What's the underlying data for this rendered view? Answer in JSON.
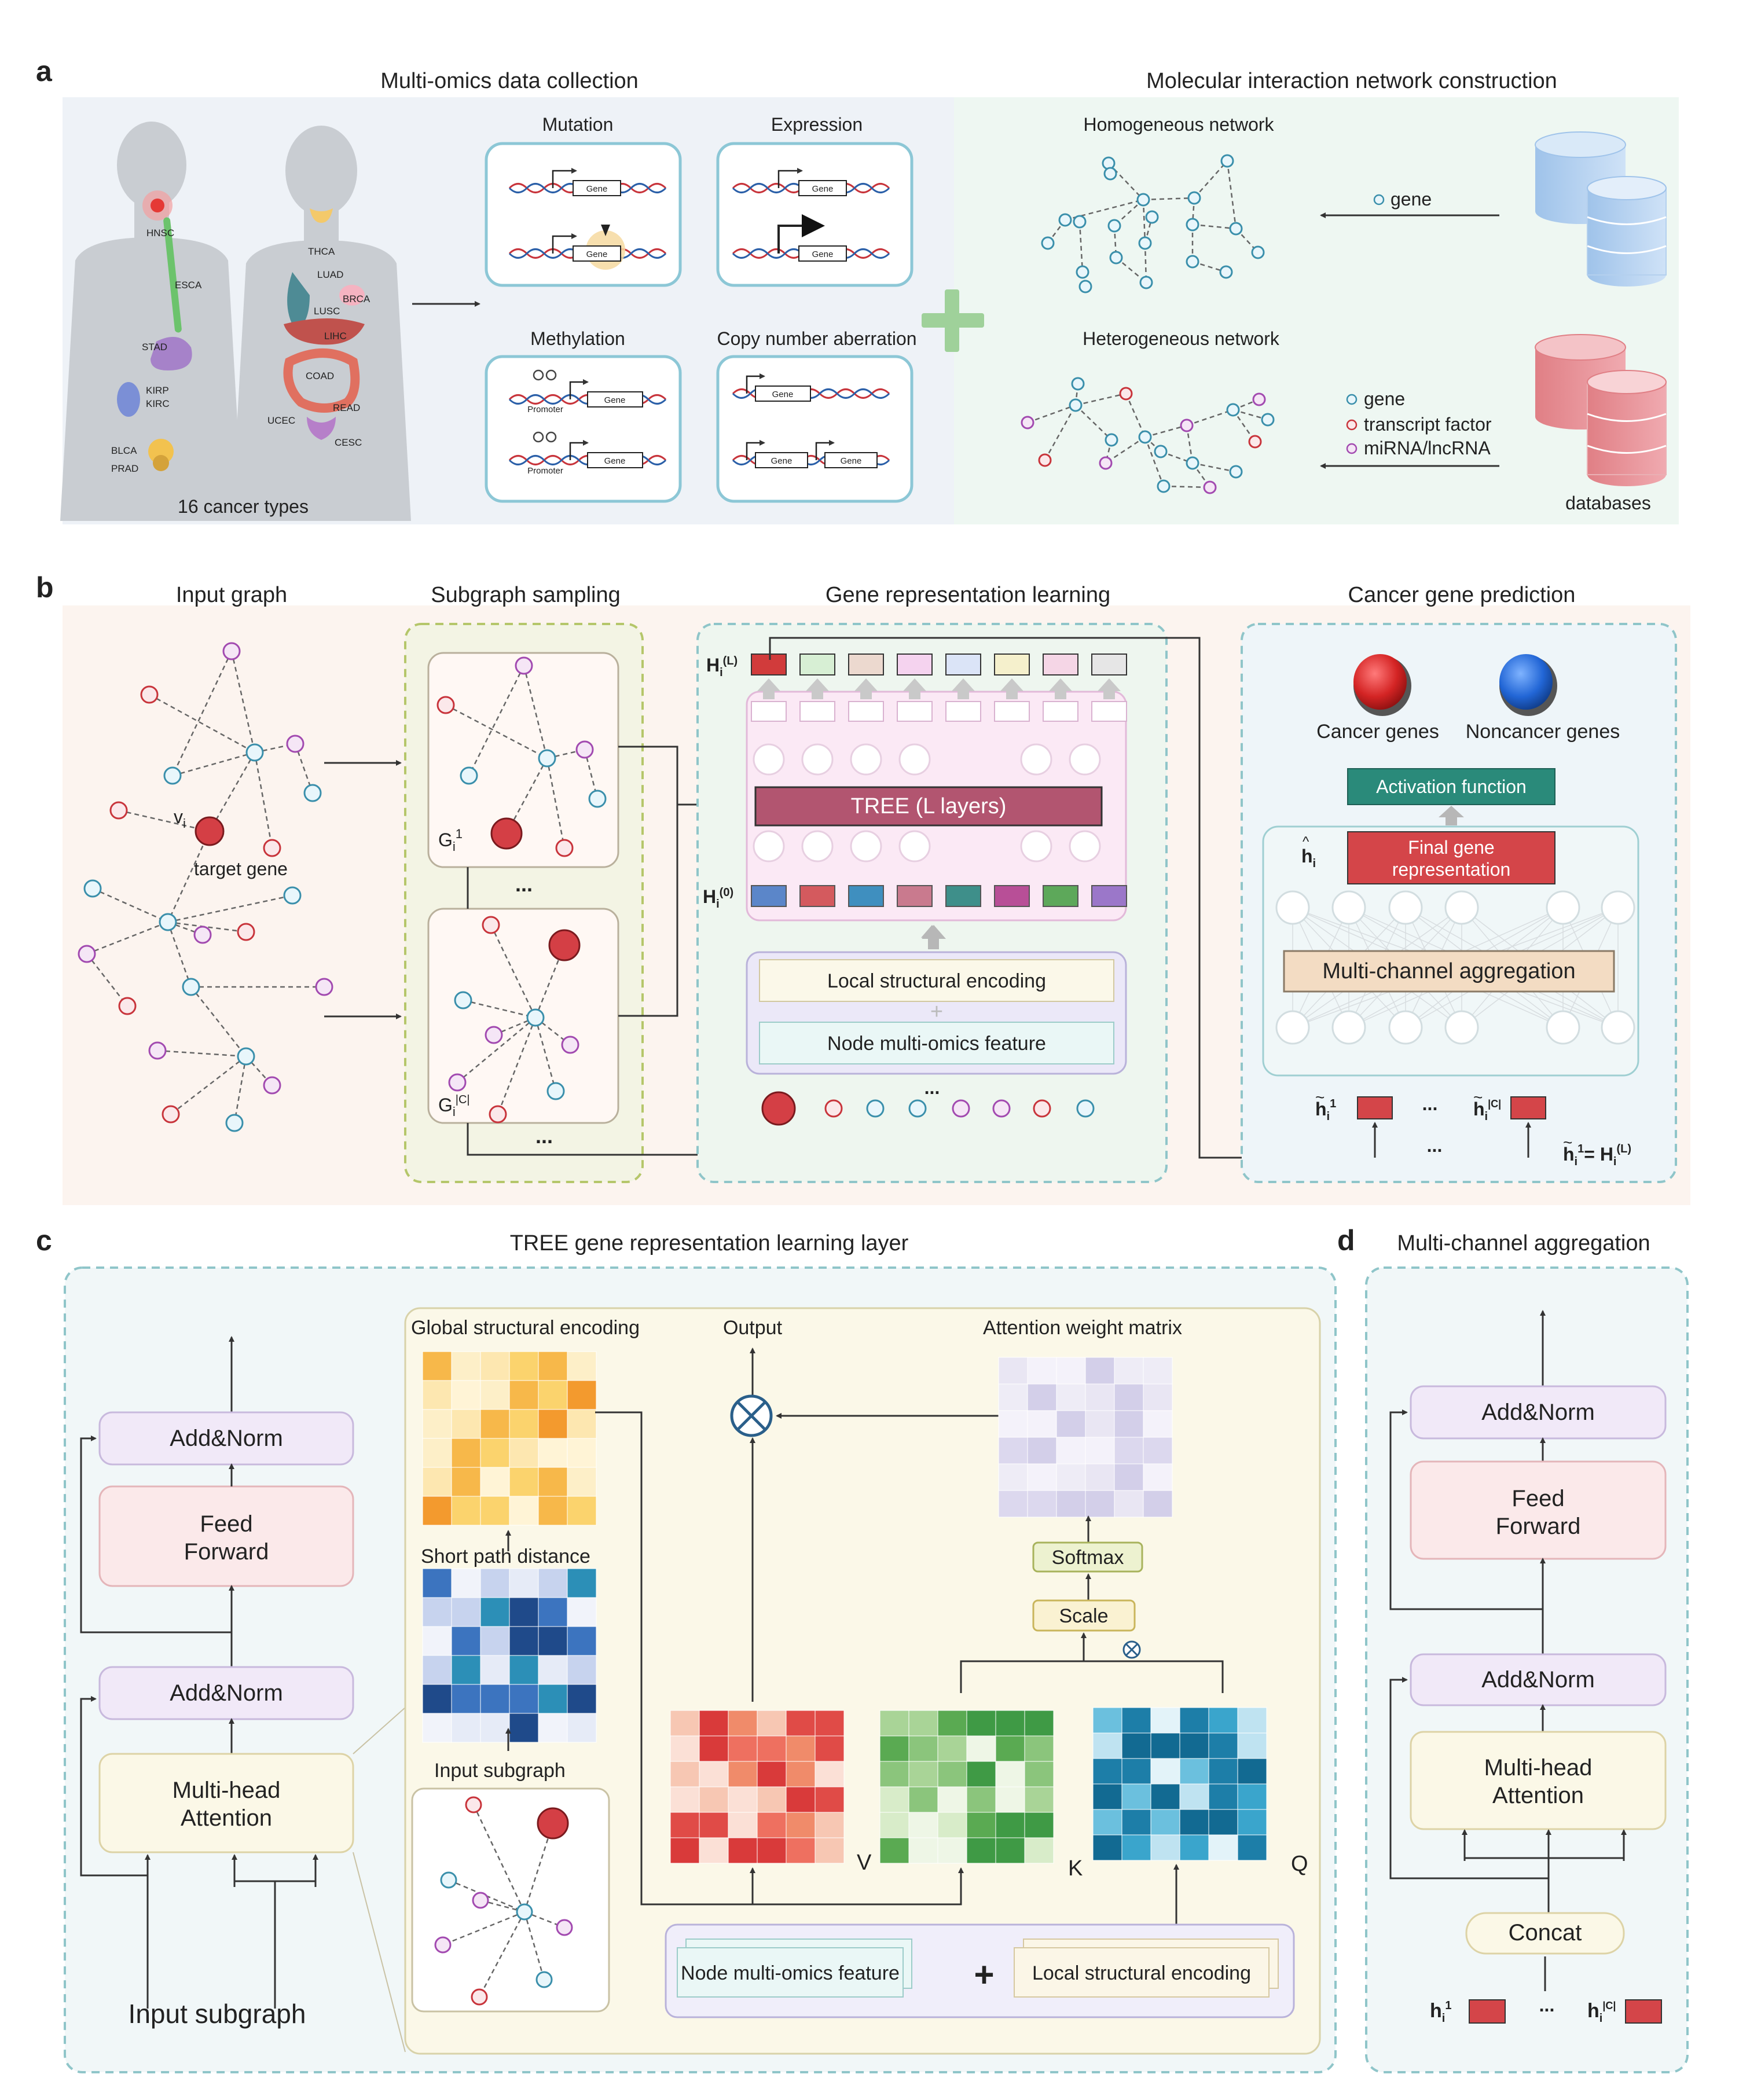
{
  "panel_a": {
    "letter": "a",
    "left_title": "Multi-omics data collection",
    "right_title": "Molecular interaction network construction",
    "cancers": [
      "HNSC",
      "ESCA",
      "STAD",
      "KIRP",
      "KIRC",
      "BLCA",
      "PRAD",
      "THCA",
      "LUAD",
      "BRCA",
      "LUSC",
      "LIHC",
      "COAD",
      "READ",
      "UCEC",
      "CESC"
    ],
    "cancer_caption": "16 cancer types",
    "omics": {
      "mutation": "Mutation",
      "expression": "Expression",
      "methylation": "Methylation",
      "cna": "Copy number aberration",
      "gene": "Gene",
      "promoter": "Promoter"
    },
    "homogeneous_title": "Homogeneous network",
    "heterogeneous_title": "Heterogeneous network",
    "legend_gene": "gene",
    "legend_tf": "transcript factor",
    "legend_mirna": "miRNA/lncRNA",
    "databases": "databases"
  },
  "panel_b": {
    "letter": "b",
    "input_graph": "Input graph",
    "subgraph_sampling": "Subgraph sampling",
    "gene_rep_learning": "Gene representation learning",
    "cancer_gene_prediction": "Cancer gene prediction",
    "vi": "v",
    "vi_sub": "i",
    "target_gene": "target gene",
    "gi1": "G",
    "gi1_sub": "i",
    "gi1_sup": "1",
    "gic_sup": "|C|",
    "dots": "...",
    "hl": "H",
    "hl_sup": "(L)",
    "h0_sup": "(0)",
    "tree": "TREE  (L layers)",
    "local_enc": "Local structural encoding",
    "node_feat": "Node multi-omics feature",
    "plus": "+",
    "cancer_genes": "Cancer genes",
    "noncancer_genes": "Noncancer genes",
    "activation": "Activation function",
    "final_rep_1": "Final gene",
    "final_rep_2": "representation",
    "multi_agg": "Multi-channel aggregation",
    "hhat": "h",
    "htilde": "h",
    "eq_rhs": "= H",
    "colors": {
      "hl_boxes": [
        "#d13b3b",
        "#d7efd4",
        "#ecd9cf",
        "#f5d3ef",
        "#dbe4f7",
        "#f5f0cc",
        "#f5d6e6",
        "#e6e6e6"
      ],
      "h0_boxes": [
        "#5b86c9",
        "#d45a5e",
        "#3f8fbf",
        "#c97a8e",
        "#3e8f8a",
        "#b84f97",
        "#5da85a",
        "#9b77c9"
      ]
    }
  },
  "panel_c": {
    "letter": "c",
    "title": "TREE gene representation learning layer",
    "add_norm": "Add&Norm",
    "feed": "Feed",
    "forward": "Forward",
    "multi_head": "Multi-head",
    "attention": "Attention",
    "input_subgraph": "Input subgraph",
    "global_enc": "Global structural encoding",
    "short_path": "Short path distance",
    "input_subgraph_small": "Input subgraph",
    "output": "Output",
    "attn_matrix": "Attention weight matrix",
    "softmax": "Softmax",
    "scale": "Scale",
    "v": "V",
    "k": "K",
    "q": "Q",
    "node_feat": "Node multi-omics feature",
    "local_enc": "Local structural encoding",
    "plus": "+"
  },
  "panel_d": {
    "letter": "d",
    "title": "Multi-channel aggregation",
    "add_norm": "Add&Norm",
    "feed": "Feed",
    "forward": "Forward",
    "multi_head": "Multi-head",
    "attention": "Attention",
    "concat": "Concat",
    "h": "h",
    "sub": "i",
    "sup1": "1",
    "supc": "|C|",
    "dots": "..."
  }
}
